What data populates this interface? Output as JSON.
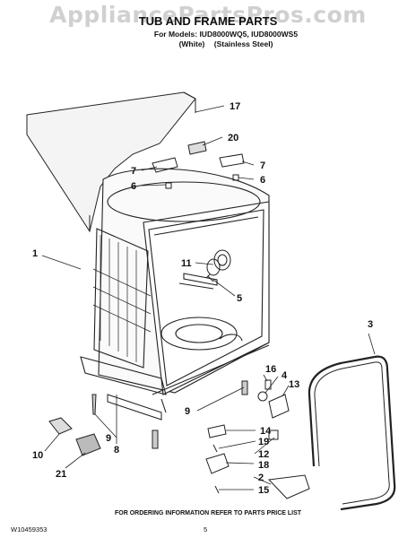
{
  "watermark": "AppliancePartsPros.com",
  "title": "TUB AND FRAME PARTS",
  "models_line": "For Models: IUD8000WQ5, IUD8000WS5",
  "finish": {
    "white": "(White)",
    "stainless": "(Stainless Steel)"
  },
  "callouts": [
    "17",
    "20",
    "7",
    "7",
    "6",
    "6",
    "1",
    "11",
    "5",
    "3",
    "16",
    "4",
    "13",
    "9",
    "14",
    "9",
    "19",
    "12",
    "8",
    "10",
    "18",
    "2",
    "21",
    "15"
  ],
  "footer": {
    "order_note": "FOR ORDERING INFORMATION REFER TO PARTS PRICE LIST",
    "doc_number": "W10459353",
    "page_number": "5"
  }
}
